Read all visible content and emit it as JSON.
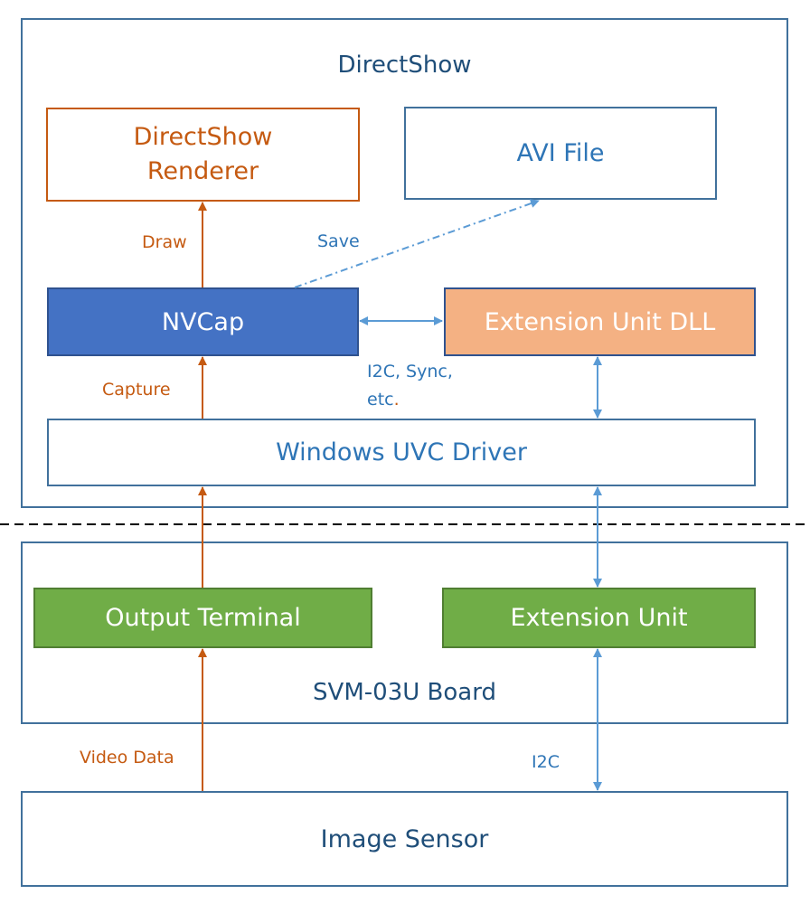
{
  "colors": {
    "box_border": "#41719c",
    "title_text": "#1f4e79",
    "blue_text": "#2e75b6",
    "orange": "#c55a11",
    "nvcap_fill": "#4472c4",
    "dll_fill": "#f4b183",
    "green_fill": "#70ad47",
    "blue_arrow": "#5b9bd5"
  },
  "directshow": {
    "title": "DirectShow",
    "renderer": {
      "line1": "DirectShow",
      "line2": "Renderer"
    },
    "avi_file": "AVI File",
    "nvcap": "NVCap",
    "extension_unit_dll": "Extension Unit DLL",
    "uvc_driver": "Windows UVC Driver"
  },
  "board": {
    "title": "SVM-03U Board",
    "output_terminal": "Output Terminal",
    "extension_unit": "Extension Unit"
  },
  "image_sensor": "Image Sensor",
  "edge_labels": {
    "draw": "Draw",
    "save": "Save",
    "capture": "Capture",
    "i2c_sync_line1": "I2C, Sync,",
    "i2c_sync_line2": "etc",
    "i2c_sync_dot": ".",
    "video_data": "Video Data",
    "i2c": "I2C"
  }
}
